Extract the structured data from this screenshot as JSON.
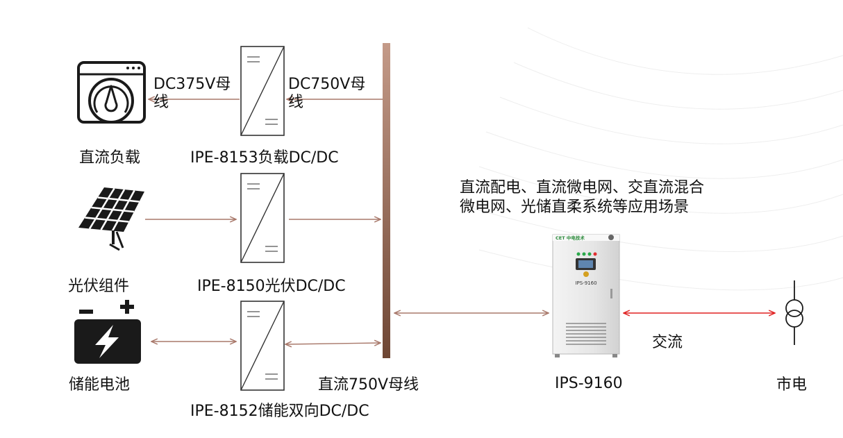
{
  "labels": {
    "bus_left": "DC375V母线",
    "bus_right": "DC750V母线",
    "dc_load": "直流负载",
    "converter_load": "IPE-8153负载DC/DC",
    "pv_module": "光伏组件",
    "converter_pv": "IPE-8150光伏DC/DC",
    "battery": "储能电池",
    "converter_storage": "IPE-8152储能双向DC/DC",
    "dc_bus": "直流750V母线",
    "scenario_line1": "直流配电、直流微电网、交直流混合",
    "scenario_line2": "微电网、光储直柔系统等应用场景",
    "cabinet_name": "IPS-9160",
    "ac": "交流",
    "grid": "市电"
  },
  "cabinet": {
    "brand": "CET 中电技术",
    "model_tag": "IPS-9160"
  },
  "colors": {
    "line": "#a8786a",
    "bus": "#7a5240",
    "ac_line": "#e02020",
    "icon": "#1a1a1a",
    "cabinet": "#e8e8e8"
  }
}
